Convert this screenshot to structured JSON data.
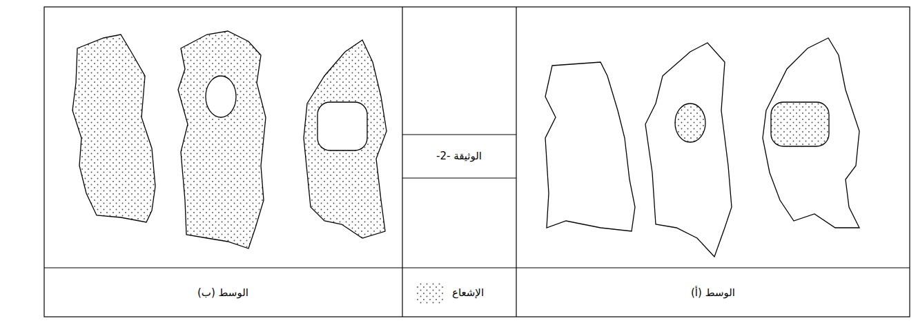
{
  "diagram": {
    "title": "الوثيقة -2-",
    "labels": [
      "الوسط (ب)",
      "الوسط (أ)"
    ],
    "legend": [
      {
        "text": "الإشعاع"
      }
    ]
  }
}
